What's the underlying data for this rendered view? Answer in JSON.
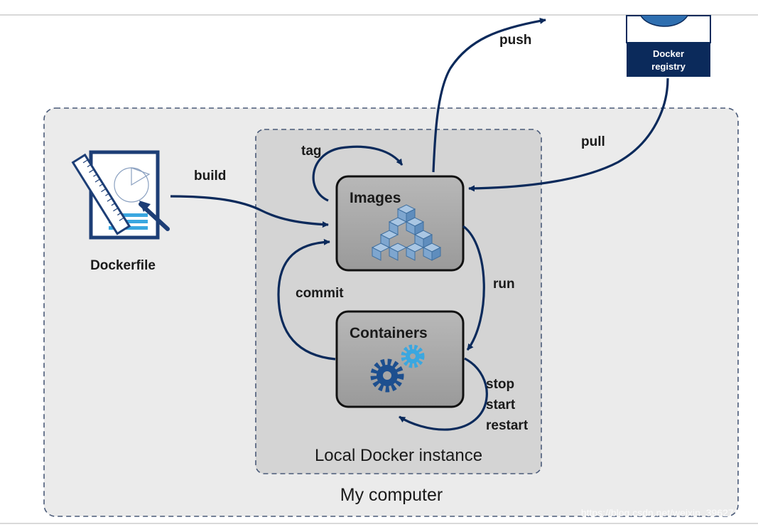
{
  "diagram": {
    "outer_box": {
      "label": "My computer"
    },
    "inner_box": {
      "label": "Local Docker instance"
    },
    "nodes": {
      "images": {
        "label": "Images"
      },
      "containers": {
        "label": "Containers"
      },
      "dockerfile": {
        "label": "Dockerfile"
      },
      "registry": {
        "label_line1": "Docker",
        "label_line2": "registry"
      }
    },
    "edges": {
      "build": "build",
      "tag": "tag",
      "push": "push",
      "pull": "pull",
      "run": "run",
      "commit": "commit",
      "stop": "stop",
      "start": "start",
      "restart": "restart"
    },
    "watermark": "https://blog.csdn.net/weixin_39627145",
    "colors": {
      "arrow": "#0b2a5b",
      "registry_bg": "#0b2a5b",
      "node_fill": "#a6a6a6",
      "inner_fill": "#d4d4d4",
      "outer_fill": "#ebebeb",
      "cube": "#7ea6cf",
      "gear_dark": "#1d4f8f",
      "gear_light": "#3aa7e0"
    }
  }
}
